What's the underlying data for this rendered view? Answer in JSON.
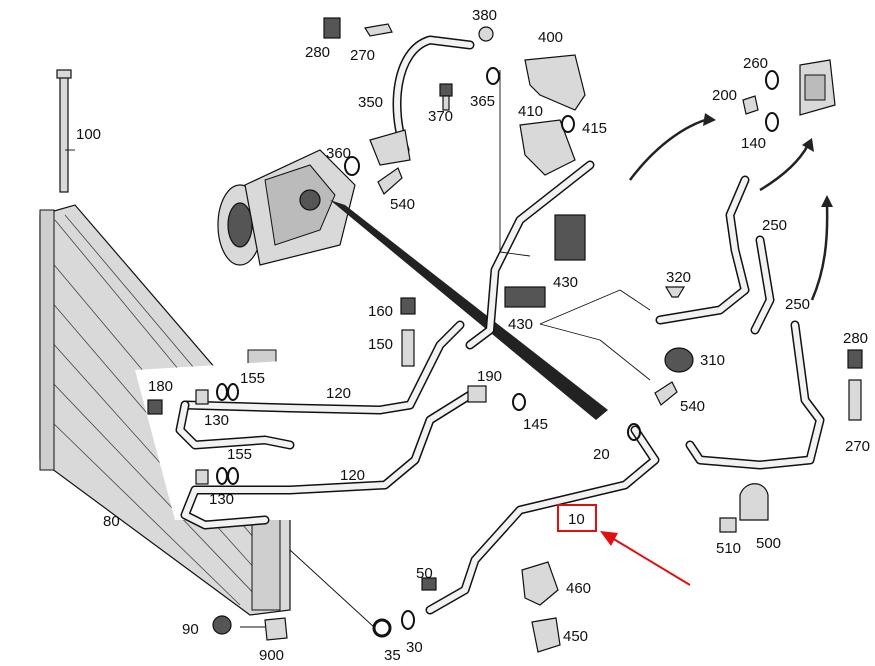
{
  "diagram": {
    "callouts": [
      {
        "id": "380",
        "text": "380"
      },
      {
        "id": "400",
        "text": "400"
      },
      {
        "id": "280a",
        "text": "280"
      },
      {
        "id": "270a",
        "text": "270"
      },
      {
        "id": "350",
        "text": "350"
      },
      {
        "id": "370",
        "text": "370"
      },
      {
        "id": "365",
        "text": "365"
      },
      {
        "id": "410",
        "text": "410"
      },
      {
        "id": "415",
        "text": "415"
      },
      {
        "id": "260",
        "text": "260"
      },
      {
        "id": "200",
        "text": "200"
      },
      {
        "id": "140",
        "text": "140"
      },
      {
        "id": "100",
        "text": "100"
      },
      {
        "id": "360",
        "text": "360"
      },
      {
        "id": "540a",
        "text": "540"
      },
      {
        "id": "250a",
        "text": "250"
      },
      {
        "id": "430a",
        "text": "430"
      },
      {
        "id": "320",
        "text": "320"
      },
      {
        "id": "430b",
        "text": "430"
      },
      {
        "id": "250b",
        "text": "250"
      },
      {
        "id": "160",
        "text": "160"
      },
      {
        "id": "150",
        "text": "150"
      },
      {
        "id": "310",
        "text": "310"
      },
      {
        "id": "280b",
        "text": "280"
      },
      {
        "id": "180",
        "text": "180"
      },
      {
        "id": "155a",
        "text": "155"
      },
      {
        "id": "120a",
        "text": "120"
      },
      {
        "id": "190",
        "text": "190"
      },
      {
        "id": "540b",
        "text": "540"
      },
      {
        "id": "130a",
        "text": "130"
      },
      {
        "id": "145",
        "text": "145"
      },
      {
        "id": "270b",
        "text": "270"
      },
      {
        "id": "155b",
        "text": "155"
      },
      {
        "id": "20",
        "text": "20"
      },
      {
        "id": "120b",
        "text": "120"
      },
      {
        "id": "130b",
        "text": "130"
      },
      {
        "id": "80",
        "text": "80"
      },
      {
        "id": "10",
        "text": "10"
      },
      {
        "id": "510",
        "text": "510"
      },
      {
        "id": "500",
        "text": "500"
      },
      {
        "id": "50",
        "text": "50"
      },
      {
        "id": "460",
        "text": "460"
      },
      {
        "id": "90",
        "text": "90"
      },
      {
        "id": "450",
        "text": "450"
      },
      {
        "id": "900",
        "text": "900"
      },
      {
        "id": "35",
        "text": "35"
      },
      {
        "id": "30",
        "text": "30"
      }
    ],
    "highlight": {
      "callout": "10",
      "color": "#e01010"
    }
  }
}
